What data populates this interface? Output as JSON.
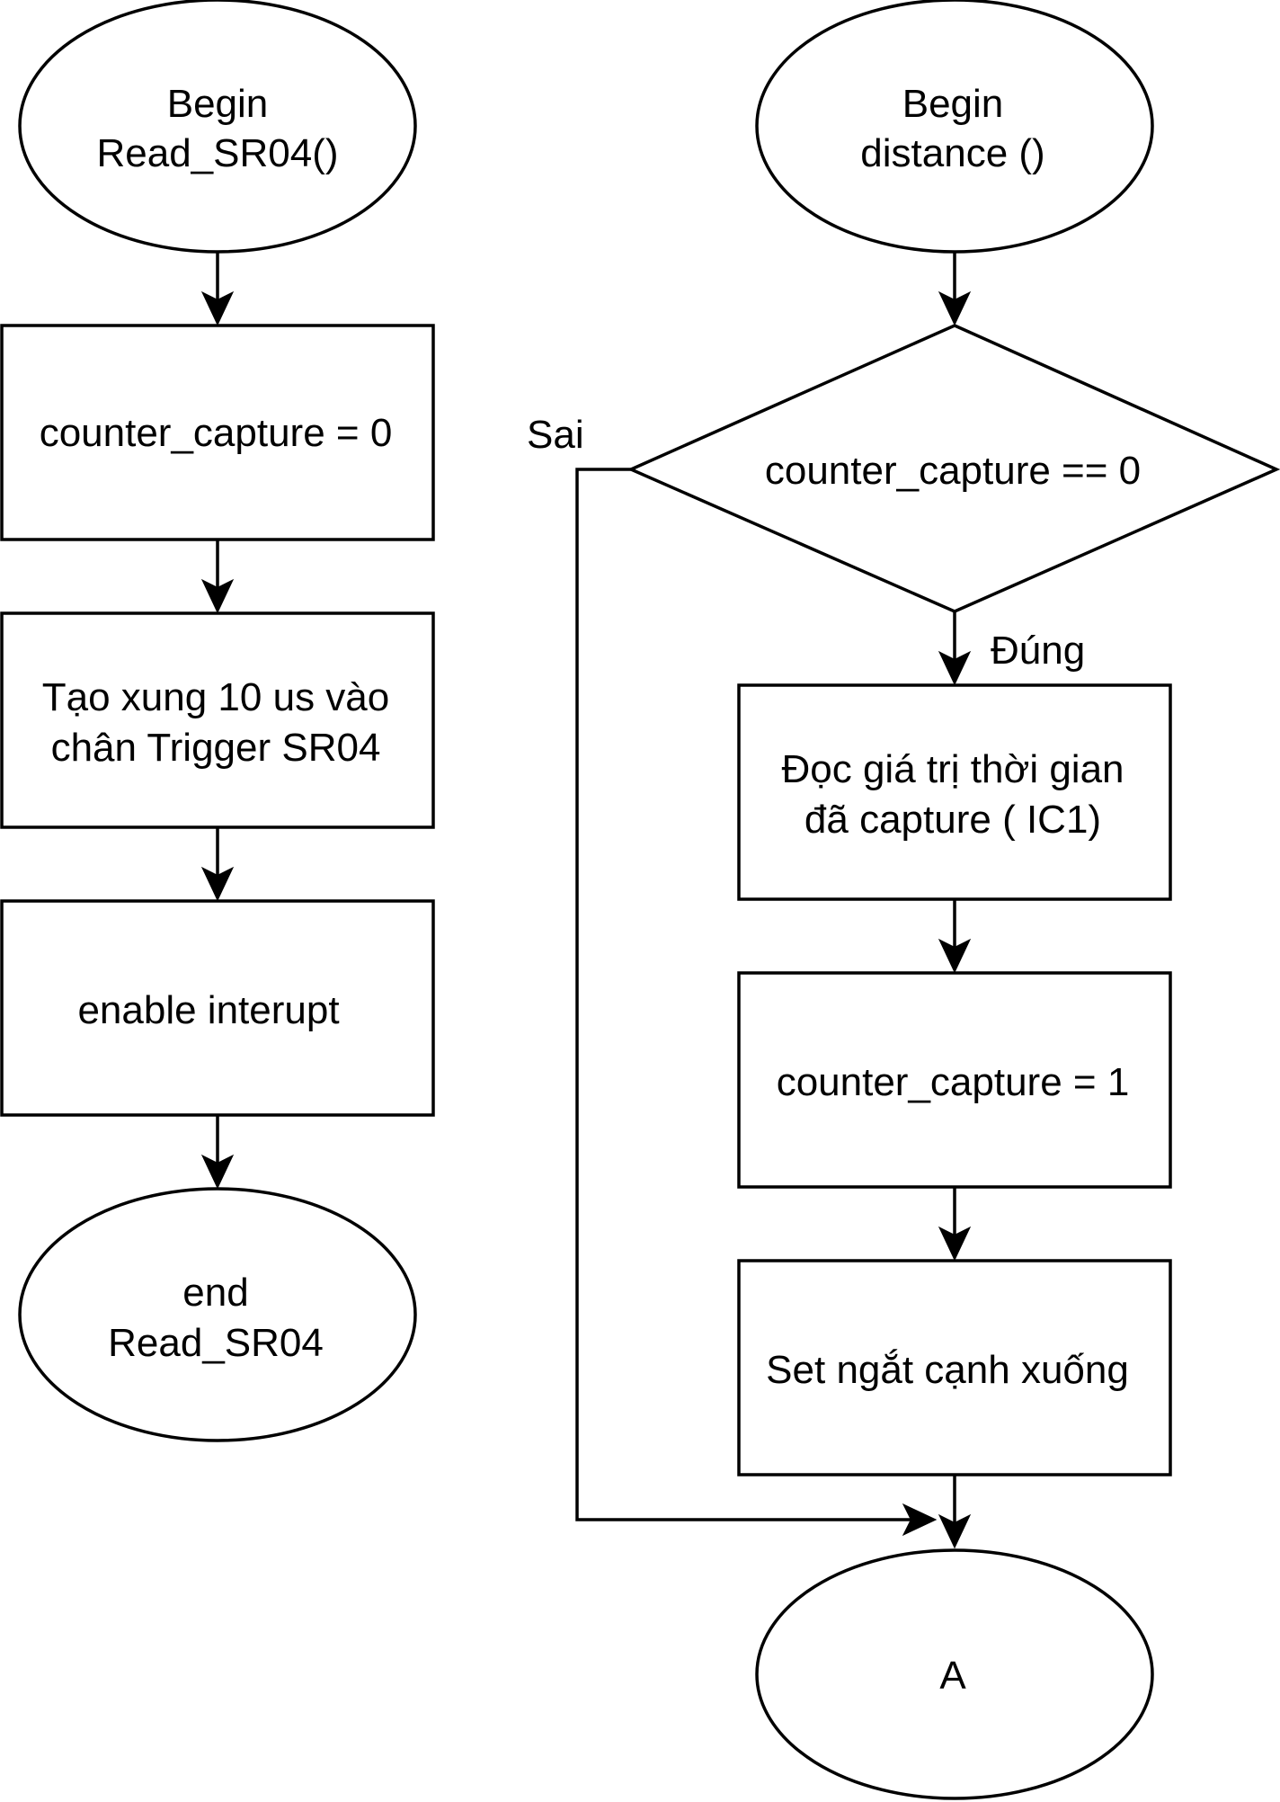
{
  "left_flow": {
    "start": {
      "line1": "Begin",
      "line2": "Read_SR04()"
    },
    "step1": "counter_capture = 0",
    "step2": {
      "line1": "Tạo xung 10 us vào",
      "line2": "chân Trigger SR04"
    },
    "step3": "enable interupt",
    "end": {
      "line1": "end",
      "line2": "Read_SR04"
    }
  },
  "right_flow": {
    "start": {
      "line1": "Begin",
      "line2": "distance ()"
    },
    "decision": "counter_capture == 0",
    "false_label": "Sai",
    "true_label": "Đúng",
    "step1": {
      "line1": "Đọc giá trị thời gian",
      "line2": "đã capture ( IC1)"
    },
    "step2": "counter_capture = 1",
    "step3": "Set ngắt cạnh xuống",
    "end": "A"
  }
}
